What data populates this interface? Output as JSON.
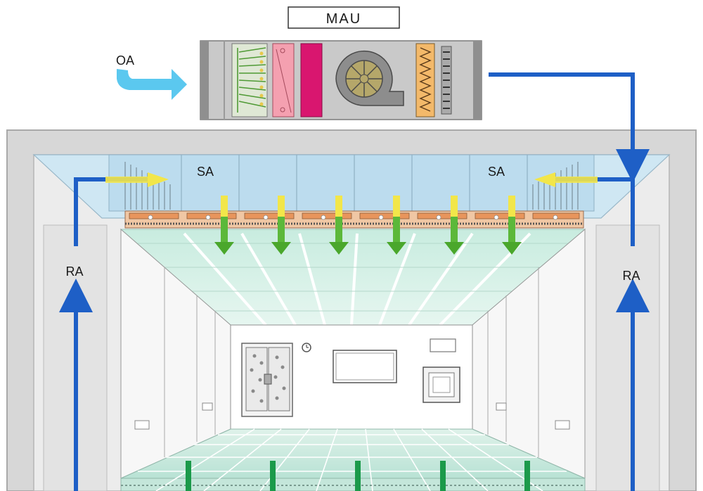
{
  "labels": {
    "mau": "MAU",
    "oa": "OA",
    "sa_left": "SA",
    "sa_right": "SA",
    "ra_left": "RA",
    "ra_right": "RA"
  },
  "colors": {
    "duct_blue": "#1e5fc6",
    "oa_arrow": "#5bc8ef",
    "supply_green": "#5cb83a",
    "yellow_air": "#f2e64a",
    "filter_pink": "#f4a0b0",
    "filter_magenta": "#d9166f",
    "hepa_orange": "#e8a06a",
    "ceiling_blue": "#b9dbeb"
  },
  "icons": [
    "fan-icon",
    "coil-icon",
    "heater-icon",
    "interlock-door-icon",
    "pass-box-icon",
    "clock-icon"
  ]
}
